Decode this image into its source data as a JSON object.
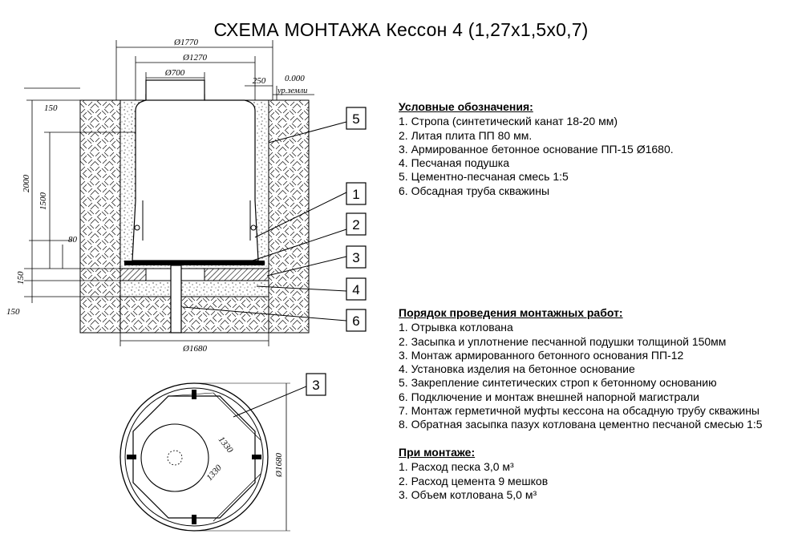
{
  "title": "СХЕМА МОНТАЖА Кессон 4 (1,27x1,5x0,7)",
  "legend": {
    "heading": "Условные обозначения:",
    "items": [
      "1. Стропа (синтетический канат 18-20 мм)",
      "2. Литая плита ПП 80 мм.",
      "3. Армированное бетонное основание ПП-15 Ø1680.",
      "4. Песчаная подушка",
      "5. Цементно-песчаная смесь 1:5",
      "6. Обсадная труба скважины"
    ]
  },
  "procedure": {
    "heading": "Порядок проведения монтажных работ:",
    "items": [
      "1. Отрывка котлована",
      "2. Засыпка и уплотнение песчанной подушки толщиной 150мм",
      "3. Монтаж армированного бетонного основания ПП-12",
      "4. Установка изделия на бетонное основание",
      "5. Закрепление синтетических строп к бетонному основанию",
      "6. Подключение и монтаж внешней напорной магистрали",
      "7. Монтаж герметичной муфты кессона на обсадную трубу скважины",
      "8. Обратная засыпка пазух котлована цементно песчаной смесью 1:5"
    ]
  },
  "installation": {
    "heading": "При монтаже:",
    "items": [
      "1. Расход песка 3,0 м³",
      "2. Расход цемента 9 мешков",
      "3. Объем котлована 5,0 м³"
    ]
  },
  "dimensions": {
    "d1770": "Ø1770",
    "d1270": "Ø1270",
    "d700": "Ø700",
    "d1680_bottom": "Ø1680",
    "d1680_plan": "Ø1680",
    "w250": "250",
    "level_value": "0.000",
    "level_label": "ур.земли",
    "h150_top": "150",
    "h2000": "2000",
    "h1500": "1500",
    "h80": "80",
    "h150_mid": "150",
    "h150_bottom": "150",
    "plan_1330_a": "1330",
    "plan_1330_b": "1330"
  },
  "callouts": [
    "5",
    "1",
    "2",
    "3",
    "4",
    "6",
    "3"
  ]
}
